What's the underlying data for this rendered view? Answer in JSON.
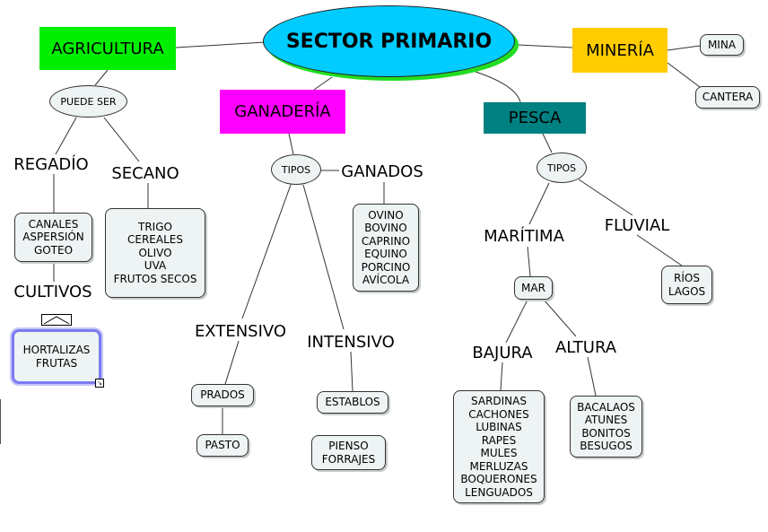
{
  "colors": {
    "title_fill": "#00ccff",
    "title_shadow": "#22dd22",
    "agricultura": "#00ee00",
    "ganaderia": "#ff00ff",
    "pesca": "#008080",
    "mineria": "#ffcc00",
    "box_fill": "#eef3f4",
    "selection": "#7b7bf0"
  },
  "title": "SECTOR PRIMARIO",
  "agricultura": {
    "label": "AGRICULTURA",
    "link": "PUEDE SER",
    "regadio": "REGADÍO",
    "secano": "SECANO",
    "regadio_items": "CANALES\nASPERSIÓN\nGOTEO",
    "secano_items": "TRIGO\nCEREALES\nOLIVO\nUVA\nFRUTOS SECOS",
    "cultivos": "CULTIVOS",
    "cultivos_items": "HORTALIZAS\nFRUTAS"
  },
  "ganaderia": {
    "label": "GANADERÍA",
    "link": "TIPOS",
    "ganados": "GANADOS",
    "ganados_items": "OVINO\nBOVINO\nCAPRINO\nEQUINO\nPORCINO\nAVÍCOLA",
    "extensivo": "EXTENSIVO",
    "intensivo": "INTENSIVO",
    "prados": "PRADOS",
    "pasto": "PASTO",
    "establos": "ESTABLOS",
    "pienso": "PIENSO\nFORRAJES"
  },
  "pesca": {
    "label": "PESCA",
    "link": "TIPOS",
    "maritima": "MARÍTIMA",
    "fluvial": "FLUVIAL",
    "fluvial_items": "RÍOS\nLAGOS",
    "mar": "MAR",
    "bajura": "BAJURA",
    "altura": "ALTURA",
    "bajura_items": "SARDINAS\nCACHONES\nLUBINAS\nRAPES\nMULES\nMERLUZAS\nBOQUERONES\nLENGUADOS",
    "altura_items": "BACALAOS\nATUNES\nBONITOS\nBESUGOS"
  },
  "mineria": {
    "label": "MINERÍA",
    "mina": "MINA",
    "cantera": "CANTERA"
  }
}
